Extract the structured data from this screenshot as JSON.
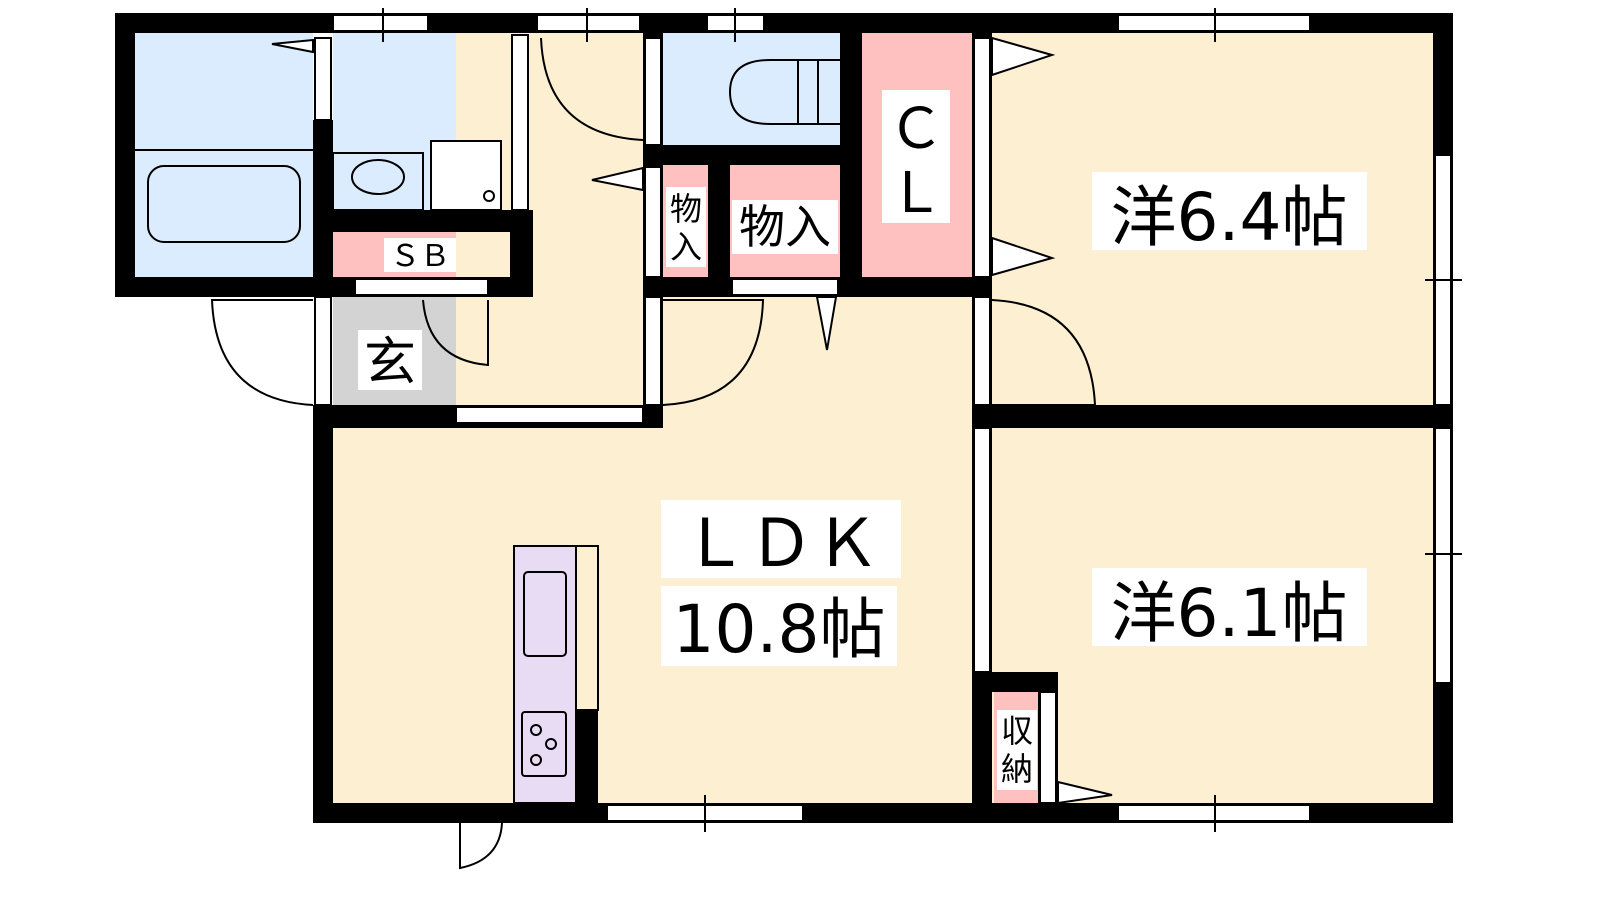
{
  "title": "Floor plan",
  "colors": {
    "wet_area": "#dcecff",
    "storage": "#ffc0c0",
    "living": "#fdf0d2",
    "entrance": "#d3d3d3",
    "kitchen": "#e8dcf5",
    "wall": "#000000"
  },
  "rooms": {
    "bedroom1": {
      "label": "洋6.4帖"
    },
    "bedroom2": {
      "label": "洋6.1帖"
    },
    "ldk": {
      "label": "ＬＤＫ",
      "size": "10.8帖"
    },
    "closet": {
      "label_line1": "Ｃ",
      "label_line2": "Ｌ"
    },
    "storage_small": {
      "label_line1": "物",
      "label_line2": "入"
    },
    "storage": {
      "label": "物入"
    },
    "shoe_box": {
      "label": "ＳＢ"
    },
    "entrance": {
      "label": "玄"
    },
    "storage_bedroom2": {
      "label_line1": "収",
      "label_line2": "納"
    }
  }
}
